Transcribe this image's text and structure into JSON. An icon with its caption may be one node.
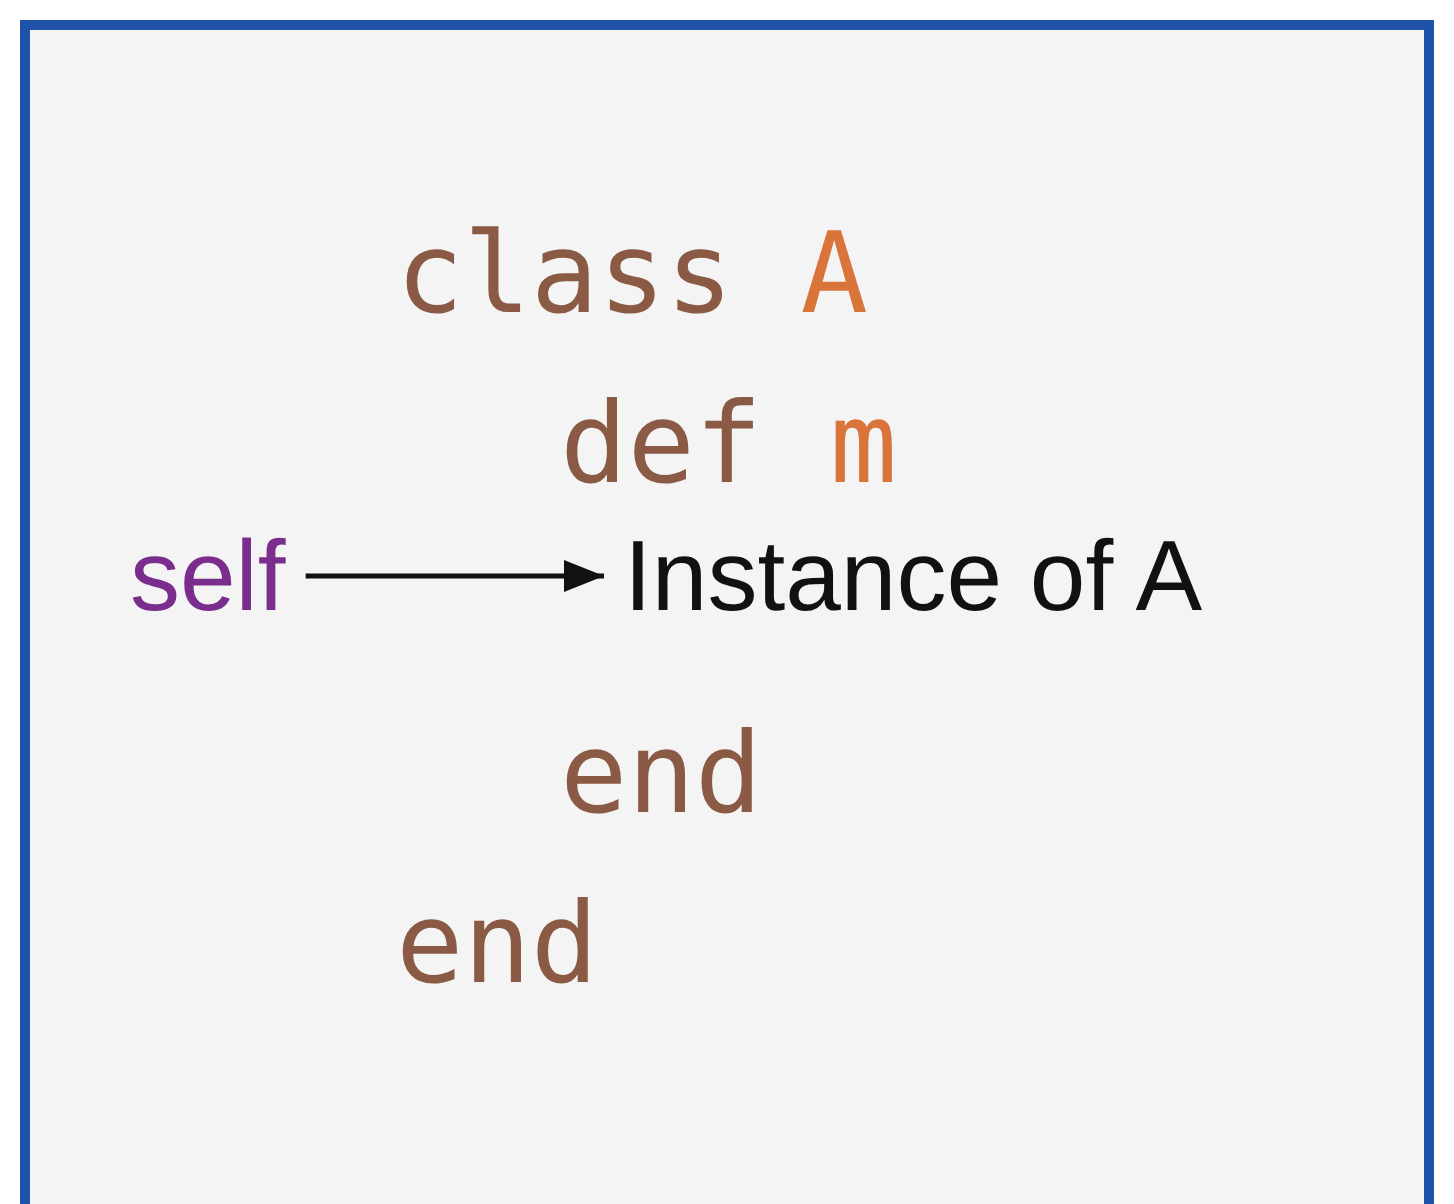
{
  "diagram": {
    "nodes": [
      {
        "text": [
          "self"
        ]
      },
      {
        "text": [
          "Instance of A"
        ]
      }
    ],
    "edges": [
      {
        "from": 0,
        "to": 1,
        "arrow": "to"
      }
    ],
    "labels": [
      "class A",
      "def m",
      "end",
      "end"
    ]
  }
}
